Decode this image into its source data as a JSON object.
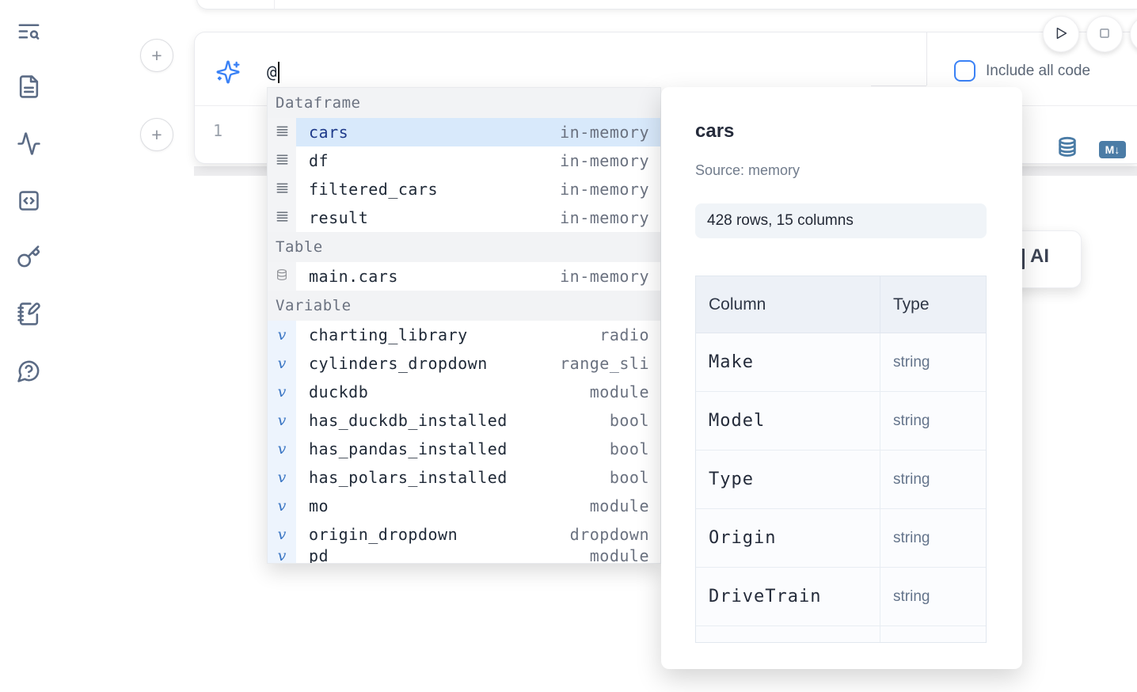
{
  "sidebar": {
    "icons": [
      {
        "name": "toc-search-icon"
      },
      {
        "name": "document-icon"
      },
      {
        "name": "activity-icon"
      },
      {
        "name": "code-snippet-icon"
      },
      {
        "name": "key-icon"
      },
      {
        "name": "notebook-pen-icon"
      },
      {
        "name": "help-chat-icon"
      }
    ]
  },
  "add_cell_button_label": "+",
  "toolbar": {
    "run_icon": "play-icon",
    "stop_icon": "stop-icon"
  },
  "ai_cell": {
    "input_value": "@",
    "include_all_code_label": "Include all code",
    "sparkle_icon": "sparkles-icon"
  },
  "code_cell": {
    "line_number": "1",
    "markdown_badge": "M↓",
    "icons": [
      "database-icon",
      "markdown-icon"
    ]
  },
  "autocomplete": {
    "rows": [
      {
        "kind": "header",
        "label": "Dataframe"
      },
      {
        "kind": "item",
        "icon": "rows",
        "name": "cars",
        "type": "in-memory",
        "selected": true
      },
      {
        "kind": "item",
        "icon": "rows",
        "name": "df",
        "type": "in-memory"
      },
      {
        "kind": "item",
        "icon": "rows",
        "name": "filtered_cars",
        "type": "in-memory"
      },
      {
        "kind": "item",
        "icon": "rows",
        "name": "result",
        "type": "in-memory"
      },
      {
        "kind": "header",
        "label": "Table"
      },
      {
        "kind": "item",
        "icon": "database",
        "name": "main.cars",
        "type": "in-memory"
      },
      {
        "kind": "header",
        "label": "Variable"
      },
      {
        "kind": "item",
        "icon": "variable",
        "name": "charting_library",
        "type": "radio"
      },
      {
        "kind": "item",
        "icon": "variable",
        "name": "cylinders_dropdown",
        "type": "range_sli"
      },
      {
        "kind": "item",
        "icon": "variable",
        "name": "duckdb",
        "type": "module"
      },
      {
        "kind": "item",
        "icon": "variable",
        "name": "has_duckdb_installed",
        "type": "bool"
      },
      {
        "kind": "item",
        "icon": "variable",
        "name": "has_pandas_installed",
        "type": "bool"
      },
      {
        "kind": "item",
        "icon": "variable",
        "name": "has_polars_installed",
        "type": "bool"
      },
      {
        "kind": "item",
        "icon": "variable",
        "name": "mo",
        "type": "module"
      },
      {
        "kind": "item",
        "icon": "variable",
        "name": "origin_dropdown",
        "type": "dropdown"
      },
      {
        "kind": "item",
        "icon": "variable",
        "name": "pd",
        "type": "module",
        "partial": true
      }
    ]
  },
  "preview_panel": {
    "title": "cars",
    "source_label": "Source: memory",
    "shape_label": "428 rows, 15 columns",
    "table": {
      "headers": {
        "column": "Column",
        "type": "Type"
      },
      "rows": [
        {
          "col": "Make",
          "type": "string"
        },
        {
          "col": "Model",
          "type": "string"
        },
        {
          "col": "Type",
          "type": "string"
        },
        {
          "col": "Origin",
          "type": "string"
        },
        {
          "col": "DriveTrain",
          "type": "string"
        },
        {
          "col": "",
          "type": "",
          "partial": true
        }
      ]
    }
  },
  "ai_card": {
    "visible_text": "AI"
  },
  "colors": {
    "accent_blue": "#3b82f6",
    "steel_blue": "#4b7ca6",
    "selection_bg": "#d8e9fb",
    "selection_text": "#1e3a8a"
  }
}
